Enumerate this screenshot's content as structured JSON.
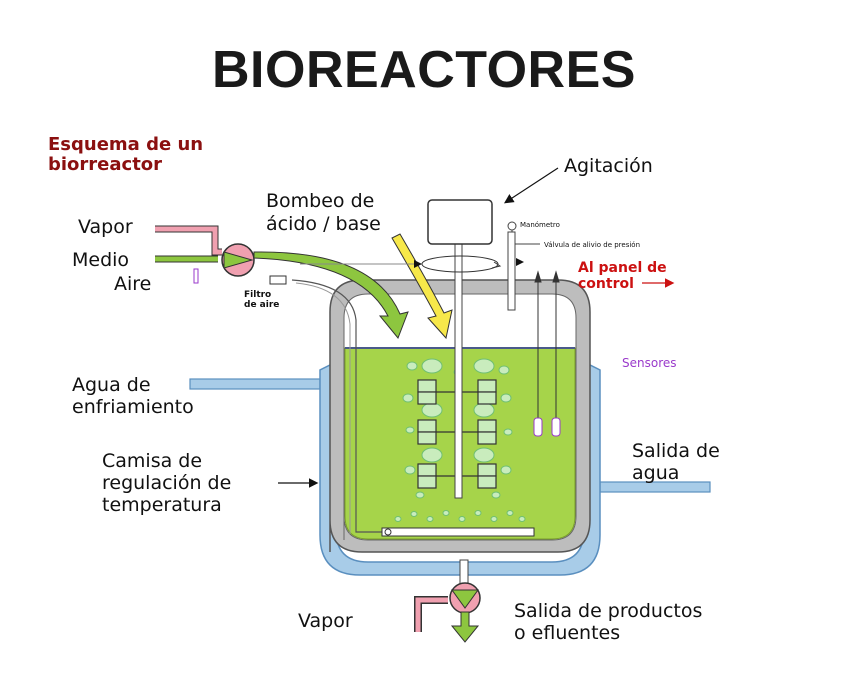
{
  "title": "BIOREACTORES",
  "subtitle_line1": "Esquema de un",
  "subtitle_line2": "biorreactor",
  "labels": {
    "agitacion": "Agitación",
    "bombeo_line1": "Bombeo de",
    "bombeo_line2": "ácido / base",
    "vapor_top": "Vapor",
    "medio": "Medio",
    "aire": "Aire",
    "filtro_line1": "Filtro",
    "filtro_line2": "de aire",
    "manometro": "Manómetro",
    "valvula": "Válvula de alivio de presión",
    "panel_line1": "Al panel de",
    "panel_line2": "control",
    "sensores": "Sensores",
    "agua_enfr_line1": "Agua de",
    "agua_enfr_line2": "enfriamiento",
    "camisa_line1": "Camisa de",
    "camisa_line2": "regulación de",
    "camisa_line3": "temperatura",
    "salida_agua_line1": "Salida de",
    "salida_agua_line2": "agua",
    "vapor_bottom": "Vapor",
    "salida_prod_line1": "Salida de productos",
    "salida_prod_line2": "o efluentes"
  },
  "colors": {
    "medium": "#a6d44a",
    "jacket_water": "#a8cce8",
    "vessel_wall": "#9a9a9a",
    "steam_pipe": "#f0a0b0",
    "air_pipe": "#7aa0c8",
    "feed_arrow": "#8dc63f",
    "acid_arrow": "#f7e84a",
    "panel_text": "#cc1111",
    "sensores_text": "#9a3acb",
    "subtitle_text": "#8b1010"
  }
}
